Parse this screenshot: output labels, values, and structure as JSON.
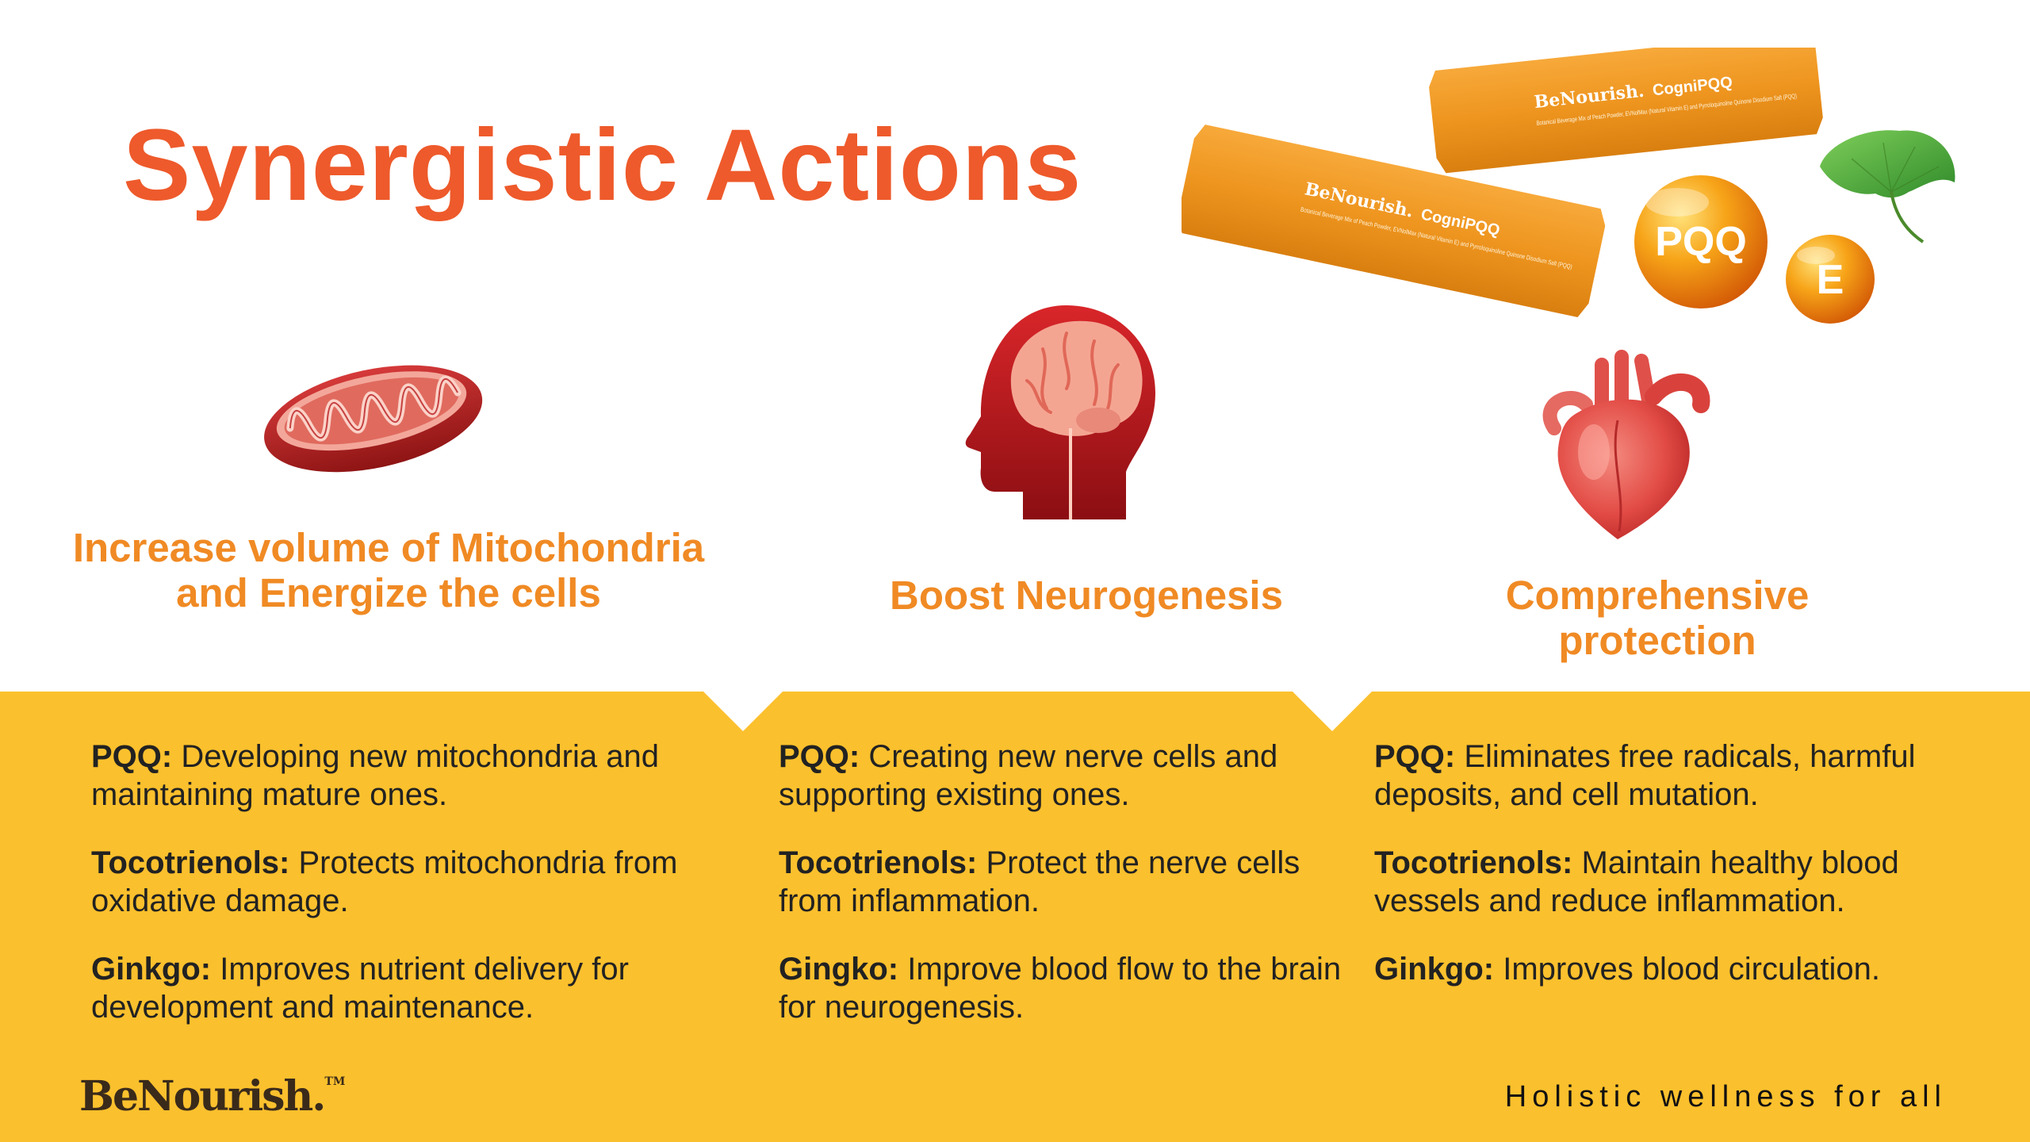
{
  "title": "Synergistic Actions",
  "product": {
    "brand": "BeNourish.",
    "name": "CogniPQQ",
    "description": "Botanical Beverage Mix of Peach Powder, EVNolMax (Natural Vitamin E) and Pyrroloquinoline Quinone Disodium Salt (PQQ)",
    "badge_pqq": "PQQ",
    "badge_e": "E"
  },
  "columns": [
    {
      "title": "Increase volume of Mitochondria and Energize the cells",
      "icon": "mitochondria-icon",
      "items": [
        {
          "label": "PQQ:",
          "text": " Developing new mitochondria and maintaining mature ones."
        },
        {
          "label": "Tocotrienols:",
          "text": " Protects mitochondria from oxidative damage."
        },
        {
          "label": "Ginkgo:",
          "text": " Improves nutrient delivery for development and maintenance."
        }
      ]
    },
    {
      "title": "Boost Neurogenesis",
      "icon": "brain-icon",
      "items": [
        {
          "label": "PQQ:",
          "text": " Creating new nerve cells and supporting existing ones."
        },
        {
          "label": "Tocotrienols:",
          "text": " Protect the nerve cells from inflammation."
        },
        {
          "label": "Gingko:",
          "text": " Improve blood flow to the brain for neurogenesis."
        }
      ]
    },
    {
      "title": "Comprehensive protection",
      "icon": "heart-icon",
      "items": [
        {
          "label": "PQQ:",
          "text": " Eliminates free radicals, harmful deposits, and cell mutation."
        },
        {
          "label": "Tocotrienols:",
          "text": " Maintain healthy blood vessels and reduce inflammation."
        },
        {
          "label": "Ginkgo:",
          "text": " Improves blood circulation."
        }
      ]
    }
  ],
  "footer": {
    "brand": "BeNourish.",
    "trademark": "TM",
    "tagline": "Holistic wellness for all"
  },
  "colors": {
    "title": "#ee5a2b",
    "column_title": "#f08a24",
    "band": "#fbc02d",
    "body_text": "#222222"
  }
}
